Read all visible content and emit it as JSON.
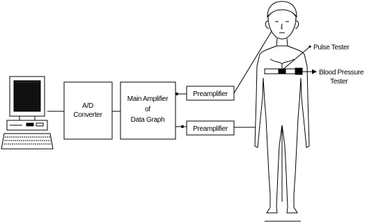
{
  "blocks": {
    "ad_converter": [
      "A/D",
      "Converter"
    ],
    "main_amplifier": [
      "Main Amplifier",
      "of",
      "Data Graph"
    ],
    "preamplifier_top": "Preamplifier",
    "preamplifier_bottom": "Preamplifier"
  },
  "labels": {
    "pulse_tester": "Pulse Tester",
    "blood_pressure_tester": [
      "Blood Pressure",
      "Tester"
    ]
  },
  "icons": {
    "computer": "computer-icon",
    "human_figure": "human-figure-icon"
  }
}
